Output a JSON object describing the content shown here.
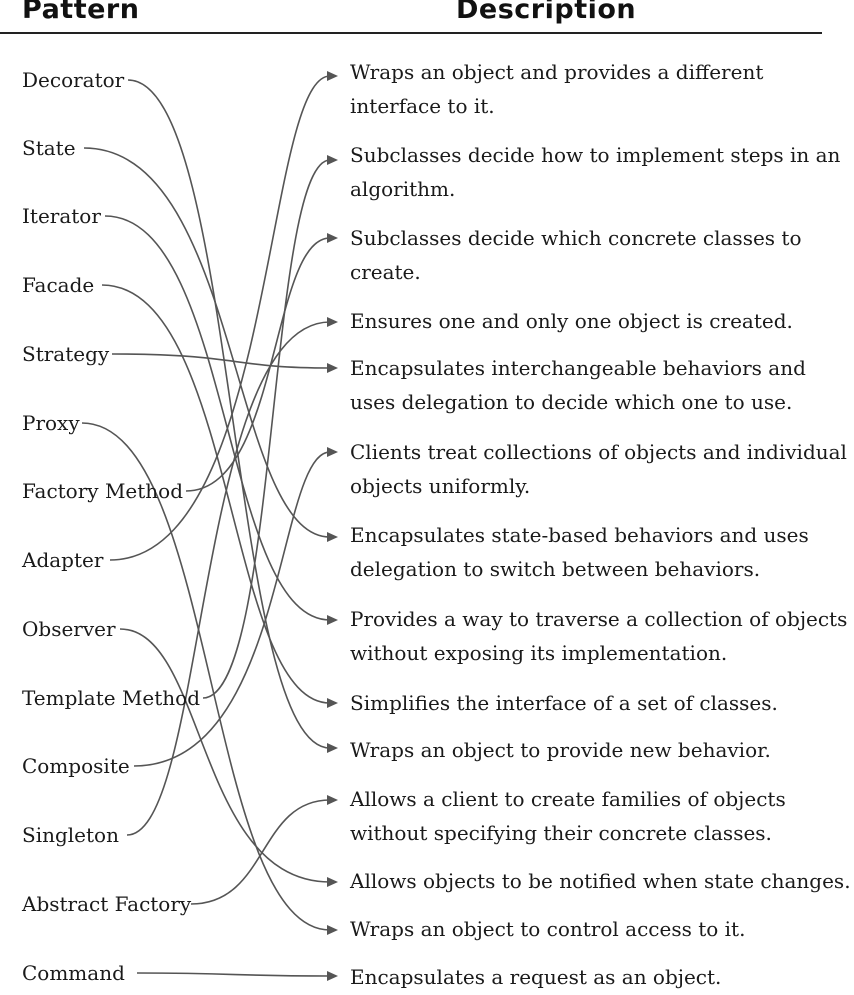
{
  "headers": {
    "pattern": "Pattern",
    "description": "Description"
  },
  "patterns": [
    "Decorator",
    "State",
    "Iterator",
    "Facade",
    "Strategy",
    "Proxy",
    "Factory Method",
    "Adapter",
    "Observer",
    "Template Method",
    "Composite",
    "Singleton",
    "Abstract Factory",
    "Command"
  ],
  "descriptions": [
    "Wraps an object and provides a different interface to it.",
    "Subclasses decide how to implement steps in an algorithm.",
    "Subclasses decide which concrete classes to create.",
    "Ensures one and only one object is created.",
    "Encapsulates interchangeable behaviors and uses delegation to decide which one to use.",
    "Clients treat collections of objects and individual objects uniformly.",
    "Encapsulates state-based behaviors and uses delegation to switch between behaviors.",
    "Provides a way to traverse a collection of objects without exposing its implementation.",
    "Simplifies the interface of a set of classes.",
    "Wraps an object to provide new behavior.",
    "Allows a client to create families of objects without specifying their concrete classes.",
    "Allows objects to be notified when state changes.",
    "Wraps an object to control access to it.",
    "Encapsulates a request as an object."
  ],
  "connections": [
    {
      "pattern": "Decorator",
      "description": "Wraps an object to provide new behavior."
    },
    {
      "pattern": "State",
      "description": "Encapsulates state-based behaviors and uses delegation to switch between behaviors."
    },
    {
      "pattern": "Iterator",
      "description": "Provides a way to traverse a collection of objects without exposing its implementation."
    },
    {
      "pattern": "Facade",
      "description": "Simplifies the interface of a set of classes."
    },
    {
      "pattern": "Strategy",
      "description": "Encapsulates interchangeable behaviors and uses delegation to decide which one to use."
    },
    {
      "pattern": "Proxy",
      "description": "Wraps an object to control access to it."
    },
    {
      "pattern": "Factory Method",
      "description": "Subclasses decide which concrete classes to create."
    },
    {
      "pattern": "Adapter",
      "description": "Wraps an object and provides a different interface to it."
    },
    {
      "pattern": "Observer",
      "description": "Allows objects to be notified when state changes."
    },
    {
      "pattern": "Template Method",
      "description": "Subclasses decide how to implement steps in an algorithm."
    },
    {
      "pattern": "Composite",
      "description": "Clients treat collections of objects and individual objects uniformly."
    },
    {
      "pattern": "Singleton",
      "description": "Ensures one and only one object is created."
    },
    {
      "pattern": "Abstract Factory",
      "description": "Allows a client to create families of objects without specifying their concrete classes."
    },
    {
      "pattern": "Command",
      "description": "Encapsulates a request as an object."
    }
  ]
}
